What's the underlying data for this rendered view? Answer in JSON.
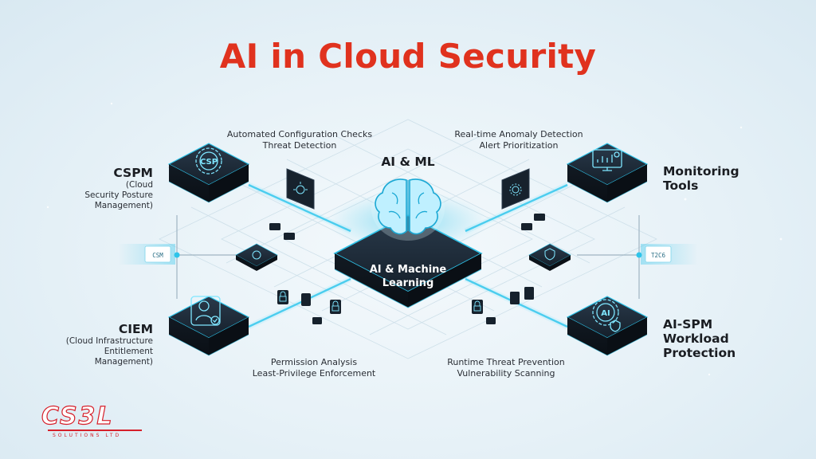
{
  "title": "AI in Cloud Security",
  "center": {
    "top_label": "AI & ML",
    "box_line1": "AI & Machine",
    "box_line2": "Learning"
  },
  "nodes": {
    "cspm": {
      "title": "CSPM",
      "sub1": "(Cloud",
      "sub2": "Security Posture",
      "sub3": "Management)",
      "chip": "CSP"
    },
    "ciem": {
      "title": "CIEM",
      "sub1": "(Cloud Infrastructure",
      "sub2": "Entitlement",
      "sub3": "Management)"
    },
    "monitoring": {
      "title1": "Monitoring",
      "title2": "Tools"
    },
    "aispm": {
      "title1": "AI-SPM",
      "title2": "Workload",
      "title3": "Protection",
      "chip": "AI"
    }
  },
  "features": {
    "top_left": [
      "Automated Configuration Checks",
      "Threat Detection"
    ],
    "top_right": [
      "Real-time Anomaly Detection",
      "Alert Prioritization"
    ],
    "bottom_left": [
      "Permission Analysis",
      "Least-Privilege Enforcement"
    ],
    "bottom_right": [
      "Runtime Threat Prevention",
      "Vulnerability Scanning"
    ]
  },
  "side_tags": {
    "left": "CSM",
    "right": "T2C6"
  },
  "logo": {
    "text": "CS3L",
    "tagline": "SOLUTIONS LTD"
  },
  "colors": {
    "title": "#e0321e",
    "accent": "#2ec4ea",
    "node": "#1a2532"
  },
  "icons": [
    "brain-icon",
    "gear-icon",
    "user-check-icon",
    "monitor-chart-icon",
    "ai-gear-icon",
    "lock-icon",
    "bug-icon",
    "shield-icon"
  ]
}
